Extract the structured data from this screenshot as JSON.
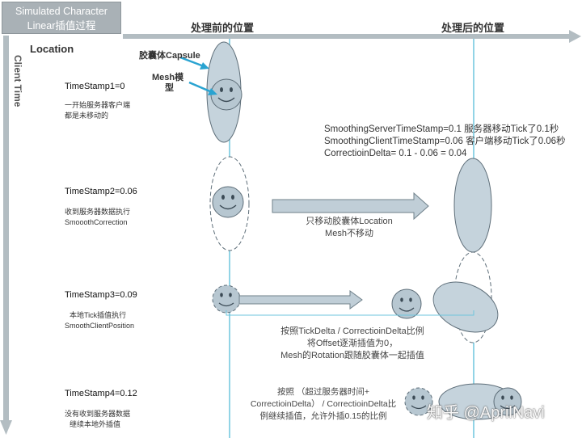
{
  "title": {
    "line1": "Simulated Character",
    "line2": "Linear插值过程"
  },
  "axes": {
    "location": "Location",
    "client_time": "Client Time",
    "before": "处理前的位置",
    "after": "处理后的位置"
  },
  "labels": {
    "capsule": "胶囊体Capsule",
    "mesh_line1": "Mesh模",
    "mesh_line2": "型"
  },
  "steps": [
    {
      "timestamp": "TimeStamp1=0",
      "note_line1": "一开始服务器客户端",
      "note_line2": "都是未移动的"
    },
    {
      "timestamp": "TimeStamp2=0.06",
      "note_line1": "收到服务器数据执行",
      "note_line2": "SmooothCorrection"
    },
    {
      "timestamp": "TimeStamp3=0.09",
      "note_line1": "本地Tick插值执行",
      "note_line2": "SmoothClientPosition"
    },
    {
      "timestamp": "TimeStamp4=0.12",
      "note_line1": "没有收到服务器数据",
      "note_line2": "继续本地外插值"
    }
  ],
  "smoothing": {
    "line1": "SmoothingServerTimeStamp=0.1   服务器移动Tick了0.1秒",
    "line2": "SmoothingClientTimeStamp=0.06  客户端移动Tick了0.06秒",
    "line3": "CorrectioinDelta= 0.1 - 0.06 = 0.04"
  },
  "step2_text": {
    "line1": "只移动胶囊体Location",
    "line2": "Mesh不移动"
  },
  "step3_text": {
    "line1": "按照TickDelta / CorrectioinDelta比例",
    "line2": "将Offset逐渐插值为0，",
    "line3": "Mesh的Rotation跟随胶囊体一起插值"
  },
  "step4_text": {
    "line1": "按照 （超过服务器时间+",
    "line2": "CorrectioinDelta） / CorrectioinDelta比",
    "line3": "例继续插值，允许外插0.15的比例"
  },
  "watermark": "知乎 @AprilNavi",
  "colors": {
    "capsule_fill": "#c5d3dc",
    "capsule_stroke": "#5e6e79",
    "guide_line": "#6ec6dd",
    "arrow_fill": "#c0ced7",
    "axis": "#a3afb5"
  }
}
